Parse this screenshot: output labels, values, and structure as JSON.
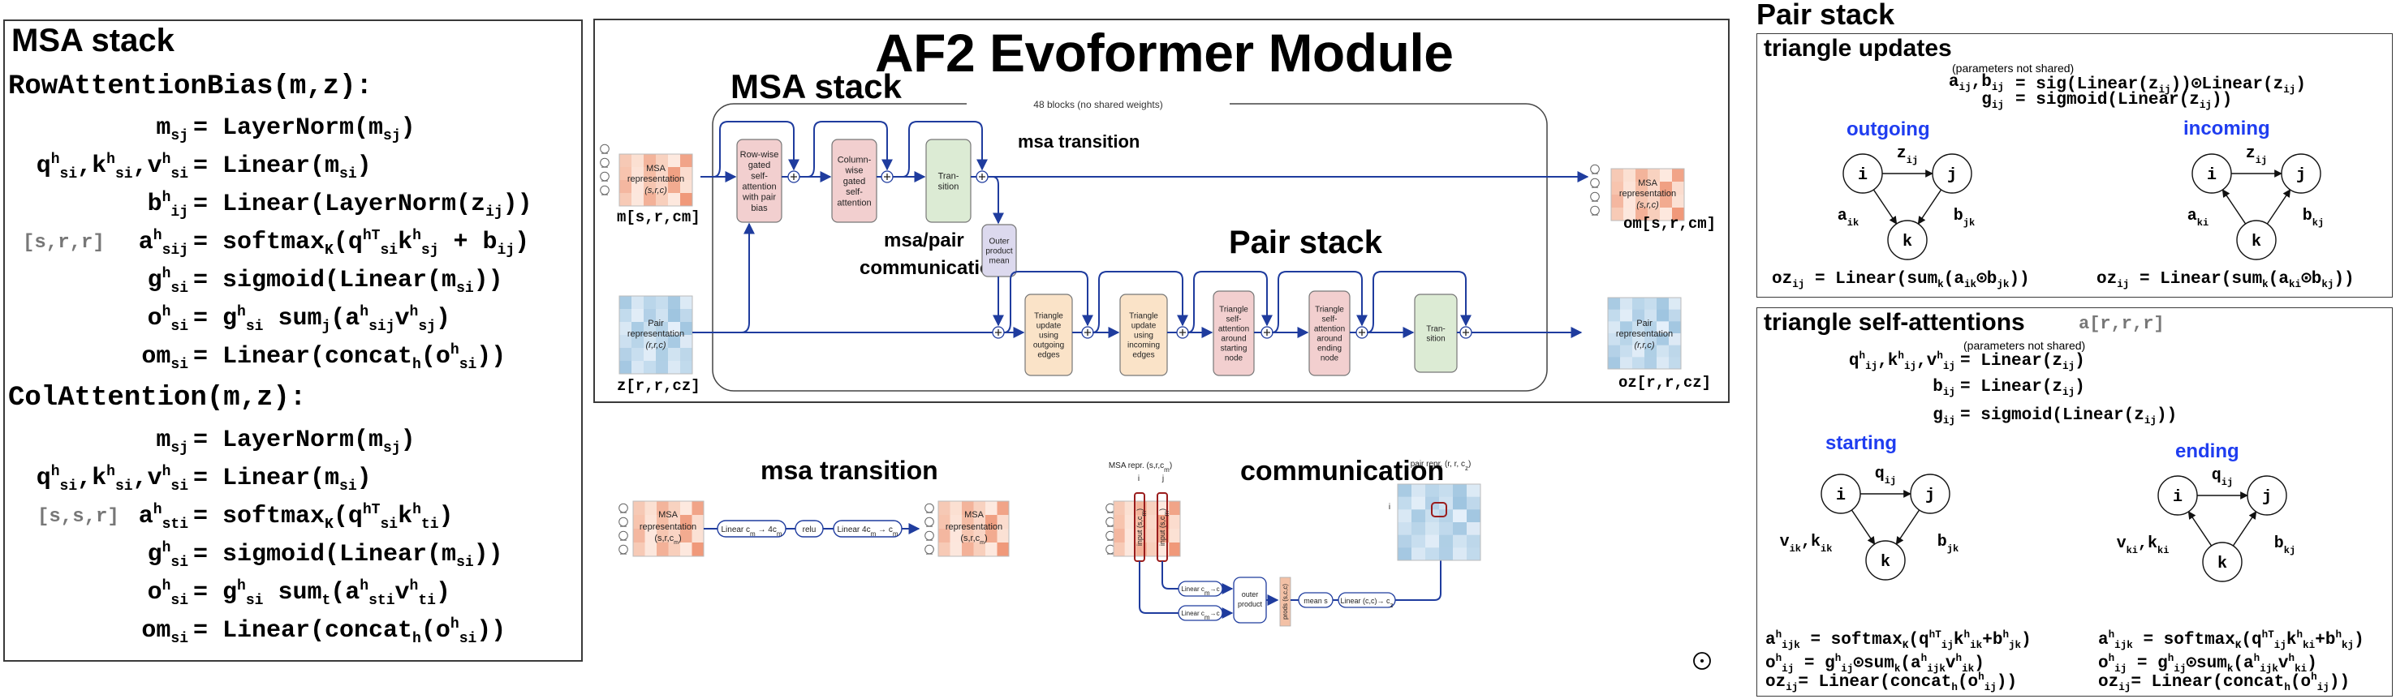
{
  "left_panel": {
    "title": "MSA stack",
    "row_attention": {
      "header": "RowAttentionBias(m,z):",
      "lines": [
        {
          "lhs": "m<sub>sj</sub>",
          "rhs": "LayerNorm(m<sub>sj</sub>)"
        },
        {
          "lhs": "q<sup>h</sup><sub>si</sub>,k<sup>h</sup><sub>si</sub>,v<sup>h</sup><sub>si</sub>",
          "rhs": "Linear(m<sub>si</sub>)"
        },
        {
          "lhs": "b<sup>h</sup><sub>ij</sub>",
          "rhs": "Linear(LayerNorm(z<sub>ij</sub>))"
        },
        {
          "lhs": "a<sup>h</sup><sub>sij</sub>",
          "rhs": "softmax<sub>K</sub>(q<sup>hT</sup><sub>si</sub>k<sup>h</sup><sub>sj</sub> + b<sub>ij</sub>)",
          "shape": "[s,r,r]"
        },
        {
          "lhs": "g<sup>h</sup><sub>si</sub>",
          "rhs": "sigmoid(Linear(m<sub>si</sub>))"
        },
        {
          "lhs": "o<sup>h</sup><sub>si</sub>",
          "rhs": "g<sup>h</sup><sub>si</sub> sum<sub>j</sub>(a<sup>h</sup><sub>sij</sub>v<sup>h</sup><sub>sj</sub>)"
        },
        {
          "lhs": "om<sub>si</sub>",
          "rhs": "Linear(concat<sub>h</sub>(o<sup>h</sup><sub>si</sub>))"
        }
      ]
    },
    "col_attention": {
      "header": "ColAttention(m,z):",
      "lines": [
        {
          "lhs": "m<sub>sj</sub>",
          "rhs": "LayerNorm(m<sub>sj</sub>)"
        },
        {
          "lhs": "q<sup>h</sup><sub>si</sub>,k<sup>h</sup><sub>si</sub>,v<sup>h</sup><sub>si</sub>",
          "rhs": "Linear(m<sub>si</sub>)"
        },
        {
          "lhs": "a<sup>h</sup><sub>sti</sub>",
          "rhs": "softmax<sub>K</sub>(q<sup>hT</sup><sub>si</sub>k<sup>h</sup><sub>ti</sub>)",
          "shape": "[s,s,r]"
        },
        {
          "lhs": "g<sup>h</sup><sub>si</sub>",
          "rhs": "sigmoid(Linear(m<sub>si</sub>))"
        },
        {
          "lhs": "o<sup>h</sup><sub>si</sub>",
          "rhs": "g<sup>h</sup><sub>si</sub> sum<sub>t</sub>(a<sup>h</sup><sub>sti</sub>v<sup>h</sup><sub>ti</sub>)"
        },
        {
          "lhs": "om<sub>si</sub>",
          "rhs": "Linear(concat<sub>h</sub>(o<sup>h</sup><sub>si</sub>))"
        }
      ]
    }
  },
  "center_panel": {
    "title": "AF2 Evoformer Module",
    "msa_stack_label": "MSA stack",
    "pair_stack_label": "Pair stack",
    "blocks_label": "48 blocks (no shared weights)",
    "msa_transition_label": "msa transition",
    "communication_label_1": "msa/pair",
    "communication_label_2": "communication",
    "msa_rep": {
      "line1": "MSA",
      "line2": "representation",
      "line3": "(s,r,c)"
    },
    "pair_rep": {
      "line1": "Pair",
      "line2": "representation",
      "line3": "(r,r,c)"
    },
    "input_msa_var": "m[s,r,cm]",
    "input_pair_var": "z[r,r,cz]",
    "output_msa_var": "om[s,r,cm]",
    "output_pair_var": "oz[r,r,cz]",
    "msa_blocks": [
      {
        "lines": [
          "Row-wise",
          "gated",
          "self-",
          "attention",
          "with pair",
          "bias"
        ],
        "color": "#f2cfcf"
      },
      {
        "lines": [
          "Column-",
          "wise",
          "gated",
          "self-",
          "attention"
        ],
        "color": "#f2cfcf"
      },
      {
        "lines": [
          "Tran-",
          "sition"
        ],
        "color": "#dcebd4"
      }
    ],
    "outer_product_block": {
      "lines": [
        "Outer",
        "product",
        "mean"
      ],
      "color": "#dcd9ee"
    },
    "pair_blocks": [
      {
        "lines": [
          "Triangle",
          "update",
          "using",
          "outgoing",
          "edges"
        ],
        "color": "#fae3c8"
      },
      {
        "lines": [
          "Triangle",
          "update",
          "using",
          "incoming",
          "edges"
        ],
        "color": "#fae3c8"
      },
      {
        "lines": [
          "Triangle",
          "self-",
          "attention",
          "around",
          "starting",
          "node"
        ],
        "color": "#f2cfcf"
      },
      {
        "lines": [
          "Triangle",
          "self-",
          "attention",
          "around",
          "ending",
          "node"
        ],
        "color": "#f2cfcf"
      },
      {
        "lines": [
          "Tran-",
          "sition"
        ],
        "color": "#dcebd4"
      }
    ],
    "arrow_color": "#1f3c9e"
  },
  "msa_transition_panel": {
    "title": "msa transition",
    "rep_in": {
      "line1": "MSA",
      "line2": "representation",
      "line3": "(s,r,c<sub>m</sub>)"
    },
    "rep_out": {
      "line1": "MSA",
      "line2": "representation",
      "line3": "(s,r,c<sub>m</sub>)"
    },
    "ops": [
      "Linear c<tspan baseline-shift='sub' font-size='8'>m</tspan> → 4c<tspan baseline-shift='sub' font-size='8'>m</tspan>",
      "relu",
      "Linear 4c<tspan baseline-shift='sub' font-size='8'>m</tspan> → c<tspan baseline-shift='sub' font-size='8'>m</tspan>"
    ]
  },
  "communication_panel": {
    "title": "communication",
    "msa_repr_label": "MSA repr. (s,r,c<tspan baseline-shift='sub' font-size='8'>m</tspan>)",
    "pair_repr_label": "pair repr. (r, r, c<tspan baseline-shift='sub' font-size='8'>z</tspan>)",
    "col_i": "i",
    "col_j": "j",
    "row_i": "i",
    "input_col_label": "input (s,c<tspan baseline-shift='sub' font-size='8'>m</tspan>)",
    "linear_1": "Linear c<tspan baseline-shift='sub' font-size='8'>m</tspan>→c",
    "linear_2": "Linear c<tspan baseline-shift='sub' font-size='8'>m</tspan>→c",
    "outer_product": [
      "outer",
      "product"
    ],
    "prods": "prods (s,c,c)",
    "mean": "mean s",
    "linear_out": "Linear (c,c)→ c<tspan baseline-shift='sub' font-size='8'>z</tspan>"
  },
  "right_panel": {
    "title": "Pair stack",
    "triangle_updates": {
      "title": "triangle updates",
      "note": "(parameters not shared)",
      "eq1_lhs": "a<sub>ij</sub>,b<sub>ij</sub>",
      "eq1_rhs": "sig(Linear(z<sub>ij</sub>))⊙Linear(z<sub>ij</sub>)",
      "eq2_lhs": "g<sub>ij</sub>",
      "eq2_rhs": "sigmoid(Linear(z<sub>ij</sub>))",
      "outgoing": {
        "label": "outgoing",
        "edge_top": "z<sub>ij</sub>",
        "edge_left": "a<sub>ik</sub>",
        "edge_right": "b<sub>jk</sub>",
        "out": "oz<sub>ij</sub> = Linear(sum<sub>k</sub>(a<sub>ik</sub>⊙b<sub>jk</sub>))"
      },
      "incoming": {
        "label": "incoming",
        "edge_top": "z<sub>ij</sub>",
        "edge_left": "a<sub>ki</sub>",
        "edge_right": "b<sub>kj</sub>",
        "out": "oz<sub>ij</sub> = Linear(sum<sub>k</sub>(a<sub>ki</sub>⊙b<sub>kj</sub>))"
      },
      "nodes": [
        "i",
        "j",
        "k"
      ]
    },
    "triangle_attentions": {
      "title": "triangle self-attentions",
      "shape": "a[r,r,r]",
      "note": "(parameters not shared)",
      "eq1_lhs": "q<sup>h</sup><sub>ij</sub>,k<sup>h</sup><sub>ij</sub>,v<sup>h</sup><sub>ij</sub>",
      "eq1_rhs": "Linear(z<sub>ij</sub>)",
      "eq2_lhs": "b<sub>ij</sub>",
      "eq2_rhs": "Linear(z<sub>ij</sub>)",
      "eq3_lhs": "g<sub>ij</sub>",
      "eq3_rhs": "sigmoid(Linear(z<sub>ij</sub>))",
      "starting": {
        "label": "starting",
        "edge_top": "q<sub>ij</sub>",
        "edge_left": "v<sub>ik</sub>,k<sub>ik</sub>",
        "edge_right": "b<sub>jk</sub>",
        "eqs": [
          "a<sup>h</sup><sub>ijk</sub> = softmax<sub>K</sub>(q<sup>hT</sup><sub>ij</sub>k<sup>h</sup><sub>ik</sub>+b<sup>h</sup><sub>jk</sub>)",
          "o<sup>h</sup><sub>ij</sub> = g<sup>h</sup><sub>ij</sub>⊙sum<sub>k</sub>(a<sup>h</sup><sub>ijk</sub>v<sup>h</sup><sub>ik</sub>)",
          "oz<sub>ij</sub>= Linear(concat<sub>h</sub>(o<sup>h</sup><sub>ij</sub>))"
        ]
      },
      "ending": {
        "label": "ending",
        "edge_top": "q<sub>ij</sub>",
        "edge_left": "v<sub>ki</sub>,k<sub>ki</sub>",
        "edge_right": "b<sub>kj</sub>",
        "eqs": [
          "a<sup>h</sup><sub>ijk</sub> = softmax<sub>K</sub>(q<sup>hT</sup><sub>ij</sub>k<sup>h</sup><sub>ki</sub>+b<sup>h</sup><sub>kj</sub>)",
          "o<sup>h</sup><sub>ij</sub> = g<sup>h</sup><sub>ij</sub>⊙sum<sub>k</sub>(a<sup>h</sup><sub>ijk</sub>v<sup>h</sup><sub>ki</sub>)",
          "oz<sub>ij</sub>= Linear(concat<sub>h</sub>(o<sup>h</sup><sub>ij</sub>))"
        ]
      },
      "nodes": [
        "i",
        "j",
        "k"
      ]
    }
  },
  "colors": {
    "accent_blue": "#1f3df0",
    "arrow_blue": "#1f3c9e",
    "msa_tiles": [
      "#f6c9b5",
      "#fbe0d2",
      "#f3b49b",
      "#f8d2c0",
      "#fde9df",
      "#f1a488",
      "#f7c4ae",
      "#fce3d7",
      "#f5bda5",
      "#fad7c8",
      "#f0a083",
      "#fbdcce",
      "#f4b7a0",
      "#fde6dc",
      "#f6c6b1",
      "#f9d4c4",
      "#f2ab90",
      "#fbe1d4",
      "#f7cab6",
      "#fce7dd",
      "#f3b198",
      "#f8cfbc",
      "#fde8de",
      "#f0997a"
    ],
    "pair_tiles": [
      "#a9cbe3",
      "#d6e6f3",
      "#bad6ea",
      "#c6ddee",
      "#a6c9e2",
      "#dceaf5",
      "#c2dbed",
      "#e1edf7",
      "#b2d0e7",
      "#cfe2f1",
      "#9fc5e0",
      "#bfd8eb",
      "#d9e8f4",
      "#aacce4",
      "#c9dfef",
      "#b6d3e8",
      "#e4effa",
      "#a3c7e1",
      "#cce0f0",
      "#b9d5e9",
      "#d3e5f2",
      "#c0d9ec",
      "#a8cae3",
      "#dde9f5",
      "#b4d1e7",
      "#c8deef",
      "#e0ecf7",
      "#afcfe5",
      "#d0e3f1",
      "#bdd7ea",
      "#a5c8e2",
      "#d8e7f4",
      "#c4dcee",
      "#b0cfe6",
      "#dbe9f5",
      "#c1daec"
    ]
  },
  "misc": {
    "cursor_icon": "target-icon"
  }
}
